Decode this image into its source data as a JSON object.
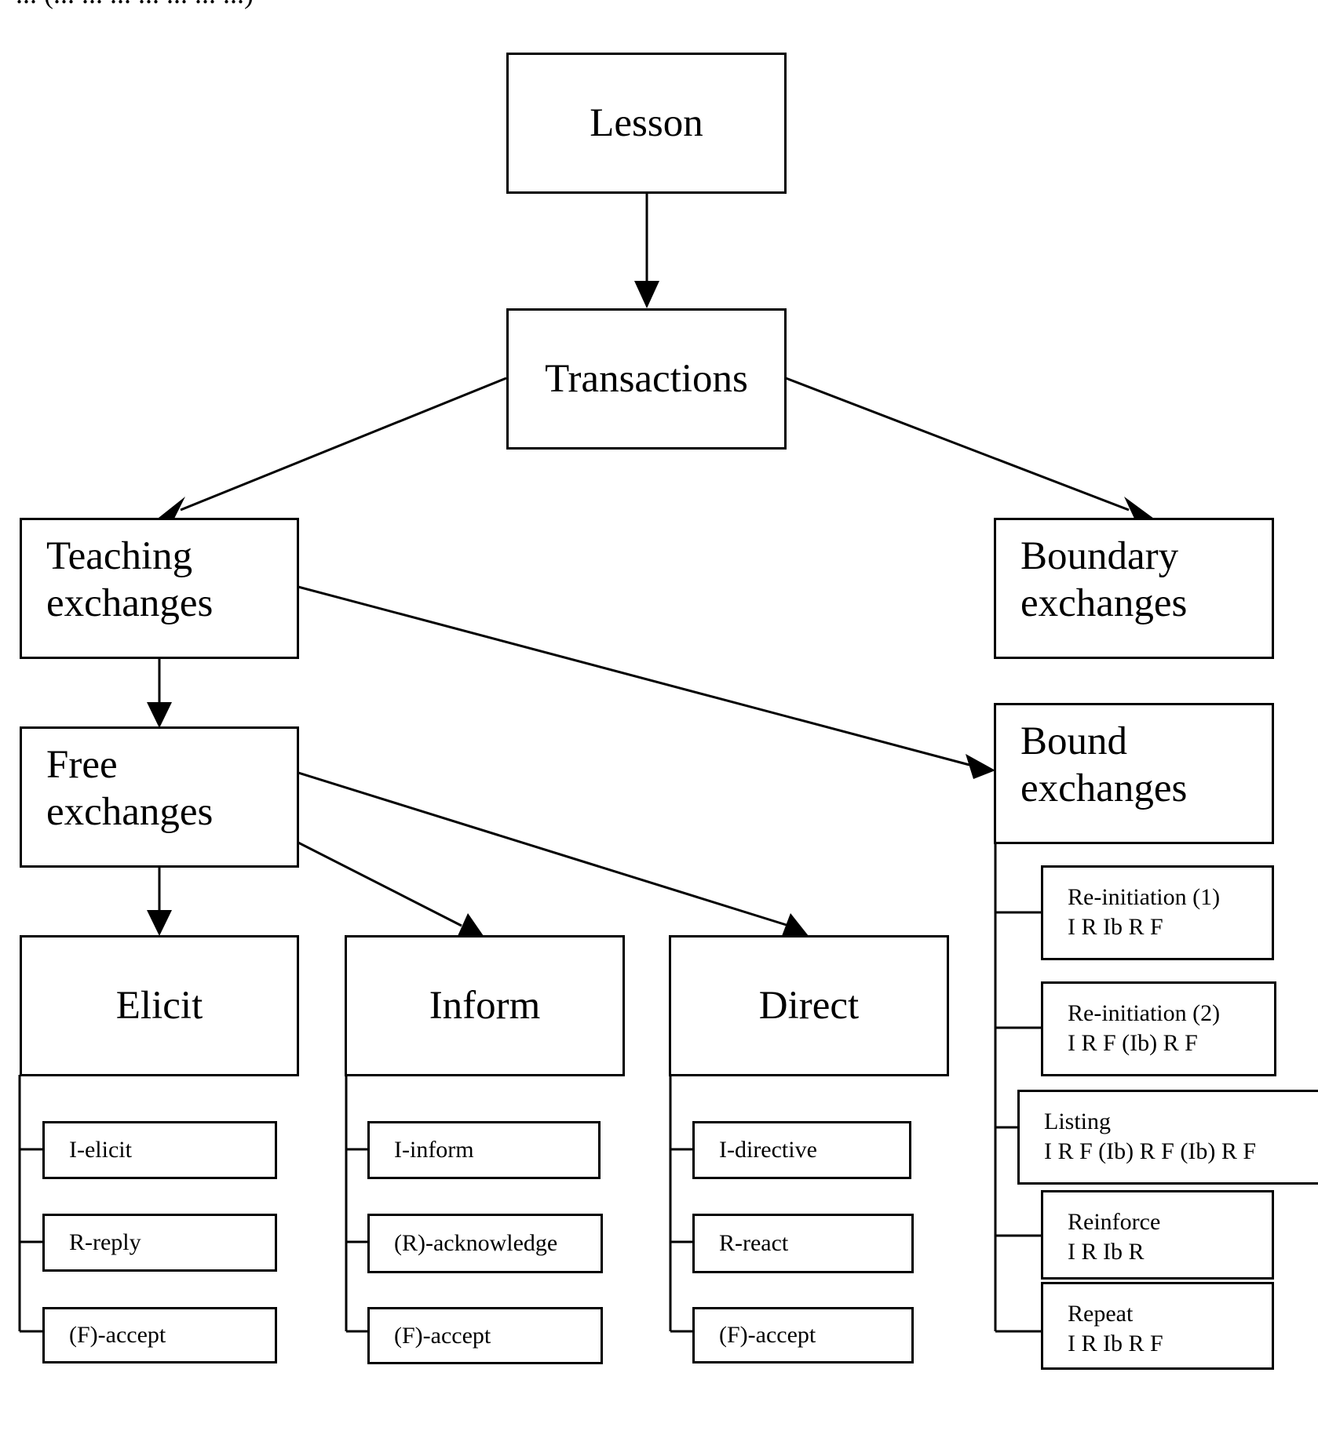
{
  "diagram": {
    "header_fragment": "... (... ... ... ... ... ... ...)",
    "lesson": "Lesson",
    "transactions": "Transactions",
    "teaching": "Teaching\nexchanges",
    "boundary": "Boundary\nexchanges",
    "free": "Free\nexchanges",
    "bound": "Bound\nexchanges",
    "elicit": {
      "title": "Elicit",
      "items": [
        "I-elicit",
        "R-reply",
        "(F)-accept"
      ]
    },
    "inform": {
      "title": "Inform",
      "items": [
        "I-inform",
        "(R)-acknowledge",
        "(F)-accept"
      ]
    },
    "direct": {
      "title": "Direct",
      "items": [
        "I-directive",
        "R-react",
        "(F)-accept"
      ]
    },
    "bound_items": [
      "Re-initiation (1)\nI R Ib R F",
      "Re-initiation (2)\nI R F (Ib) R F",
      "Listing\nI R F (Ib) R F (Ib) R F",
      "Reinforce\nI R Ib R",
      "Repeat\nI R Ib R F"
    ]
  }
}
